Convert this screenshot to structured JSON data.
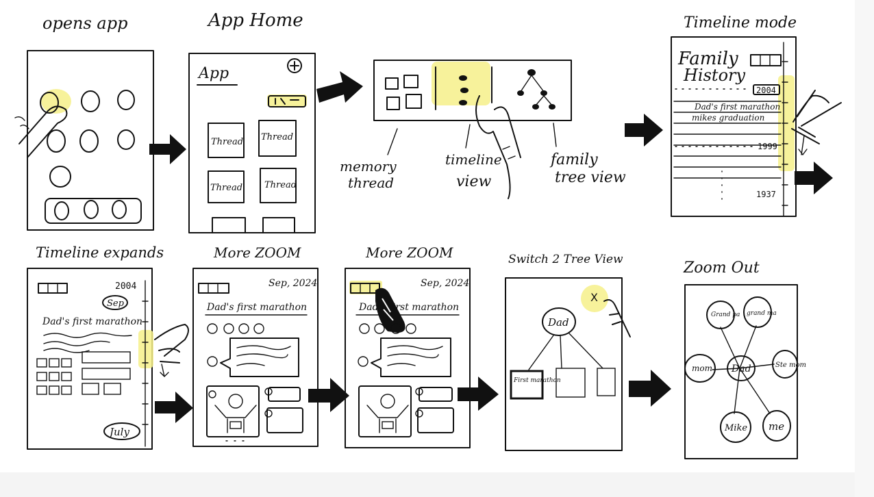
{
  "steps": {
    "opens_app": "opens app",
    "app_home": "App Home",
    "timeline_mode": "Timeline mode",
    "timeline_expands": "Timeline expands",
    "more_zoom_1": "More ZOOM",
    "more_zoom_2": "More ZOOM",
    "switch_tree": "Switch 2 Tree View",
    "zoom_out": "Zoom Out"
  },
  "app_home": {
    "app_label": "App",
    "threads": [
      "Thread",
      "Thread",
      "Thread",
      "Thread"
    ]
  },
  "view_options": {
    "memory_thread": [
      "memory",
      "thread"
    ],
    "timeline_view": [
      "timeline",
      "view"
    ],
    "family_tree_view": [
      "family",
      "tree view"
    ]
  },
  "timeline_mode": {
    "title": [
      "Family",
      "History"
    ],
    "year_top": "2004",
    "entries": [
      "Dad's first marathon",
      "mikes graduation"
    ],
    "year_mid": "1999",
    "year_bottom": "1937"
  },
  "timeline_expands": {
    "year": "2004",
    "month_top": "Sep",
    "entry": "Dad's first marathon",
    "month_bottom": "July"
  },
  "more_zoom": {
    "date": "Sep, 2024",
    "entry": "Dad's first marathon"
  },
  "tree_switch": {
    "close": "X",
    "root": "Dad",
    "child_label": "First marathon"
  },
  "zoom_out": {
    "center": "Dad",
    "nodes": [
      "Grand pa",
      "grand ma",
      "mom",
      "Ste mom",
      "Mike",
      "me"
    ]
  },
  "colors": {
    "ink": "#111111",
    "highlight": "#f6f08a"
  }
}
